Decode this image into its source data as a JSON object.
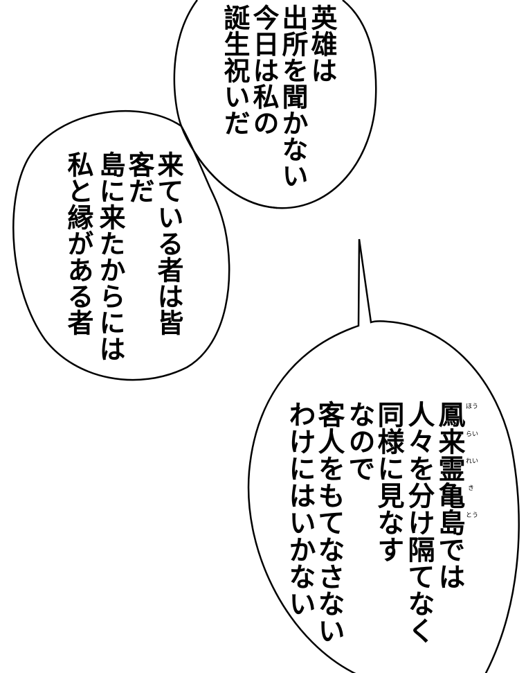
{
  "bubbles": [
    {
      "lines": [
        "英雄は",
        "出所を聞かない",
        "今日は私の",
        "誕生祝いだ"
      ]
    },
    {
      "lines": [
        "来ている者は皆",
        "客だ",
        "島に来たからには",
        "私と縁がある者"
      ]
    },
    {
      "lines": [
        "鳳来霊亀島では",
        "人々を分け隔てなく",
        "同様に見なす",
        "なので",
        "客人をもてなさない",
        "わけにはいかない"
      ],
      "furigana": [
        "ほう",
        "らい",
        "れい",
        "き",
        "とう"
      ]
    }
  ],
  "colors": {
    "ink": "#000000",
    "paper": "#ffffff"
  }
}
